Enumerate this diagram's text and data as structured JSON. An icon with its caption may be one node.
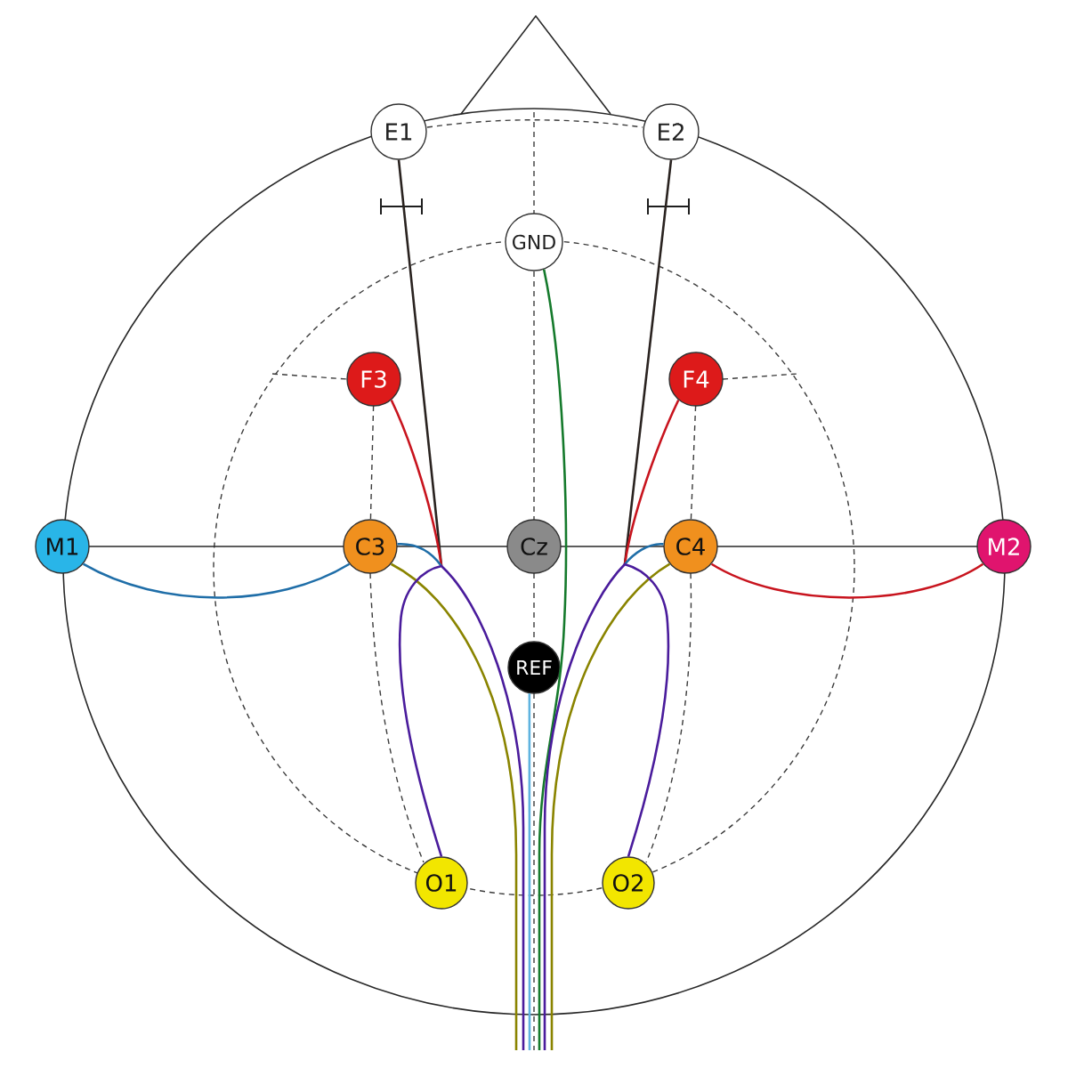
{
  "diagram": {
    "nodes": [
      {
        "text": [
          "E1"
        ]
      },
      {
        "text": [
          "E2"
        ]
      },
      {
        "text": [
          "GND"
        ]
      },
      {
        "text": [
          "F3"
        ]
      },
      {
        "text": [
          "F4"
        ]
      },
      {
        "text": [
          "M1"
        ]
      },
      {
        "text": [
          "C3"
        ]
      },
      {
        "text": [
          "Cz"
        ]
      },
      {
        "text": [
          "C4"
        ]
      },
      {
        "text": [
          "M2"
        ]
      },
      {
        "text": [
          "REF"
        ]
      },
      {
        "text": [
          "O1"
        ]
      },
      {
        "text": [
          "O2"
        ]
      }
    ],
    "edges": [
      {
        "from": 0,
        "to": null,
        "arrow": "none",
        "color": "#2a2320"
      },
      {
        "from": 1,
        "to": null,
        "arrow": "none",
        "color": "#2a2320"
      },
      {
        "from": 2,
        "to": null,
        "arrow": "none",
        "color": "#157a2c"
      },
      {
        "from": 3,
        "to": null,
        "arrow": "none",
        "color": "#c8141e"
      },
      {
        "from": 4,
        "to": null,
        "arrow": "none",
        "color": "#c8141e"
      },
      {
        "from": 5,
        "to": 6,
        "arrow": "none",
        "color": "#1f6ea8"
      },
      {
        "from": 6,
        "to": null,
        "arrow": "none",
        "color": "#1f6ea8"
      },
      {
        "from": 6,
        "to": null,
        "arrow": "none",
        "color": "#8a8400"
      },
      {
        "from": 8,
        "to": null,
        "arrow": "none",
        "color": "#1f6ea8"
      },
      {
        "from": 8,
        "to": null,
        "arrow": "none",
        "color": "#8a8400"
      },
      {
        "from": 8,
        "to": 9,
        "arrow": "none",
        "color": "#c8141e"
      },
      {
        "from": 10,
        "to": null,
        "arrow": "none",
        "color": "#5fb3e0"
      },
      {
        "from": 11,
        "to": null,
        "arrow": "none",
        "color": "#4a1c9c"
      },
      {
        "from": 12,
        "to": null,
        "arrow": "none",
        "color": "#4a1c9c"
      }
    ]
  }
}
